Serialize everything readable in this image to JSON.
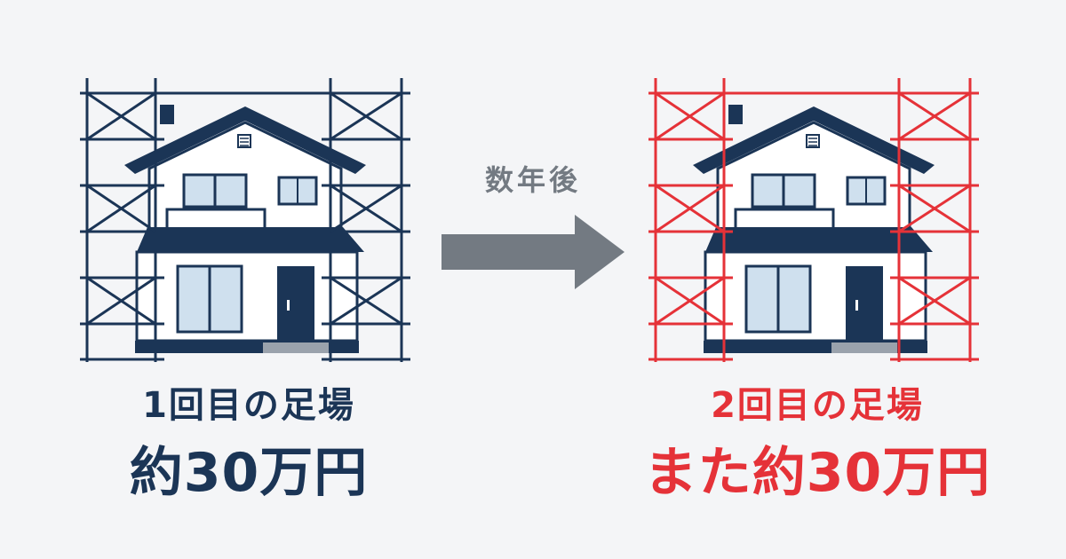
{
  "colors": {
    "background": "#f4f5f7",
    "navy": "#1b3556",
    "red": "#e53238",
    "arrow_gray": "#737a82"
  },
  "transition": {
    "label": "数年後",
    "icon": "right-arrow-icon"
  },
  "first": {
    "caption": "1回目の足場",
    "cost": "約30万円",
    "scaffold_color": "#1b3556"
  },
  "second": {
    "caption": "2回目の足場",
    "cost": "また約30万円",
    "scaffold_color": "#e53238"
  }
}
